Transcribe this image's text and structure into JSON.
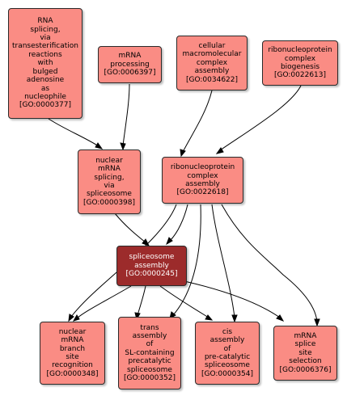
{
  "nodes": {
    "n0000377": {
      "lines": [
        "RNA",
        "splicing,",
        "via",
        "transesterification",
        "reactions",
        "with",
        "bulged",
        "adenosine",
        "as",
        "nucleophile",
        "[GO:0000377]"
      ]
    },
    "n0006397": {
      "lines": [
        "mRNA",
        "processing",
        "[GO:0006397]"
      ]
    },
    "n0034622": {
      "lines": [
        "cellular",
        "macromolecular",
        "complex",
        "assembly",
        "[GO:0034622]"
      ]
    },
    "n0022613": {
      "lines": [
        "ribonucleoprotein",
        "complex",
        "biogenesis",
        "[GO:0022613]"
      ]
    },
    "n0000398": {
      "lines": [
        "nuclear",
        "mRNA",
        "splicing,",
        "via",
        "spliceosome",
        "[GO:0000398]"
      ]
    },
    "n0022618": {
      "lines": [
        "ribonucleoprotein",
        "complex",
        "assembly",
        "[GO:0022618]"
      ]
    },
    "n0000245": {
      "lines": [
        "spliceosome",
        "assembly",
        "[GO:0000245]"
      ]
    },
    "n0000348": {
      "lines": [
        "nuclear",
        "mRNA",
        "branch",
        "site",
        "recognition",
        "[GO:0000348]"
      ]
    },
    "n0000352": {
      "lines": [
        "trans",
        "assembly",
        "of",
        "SL-containing",
        "precatalytic",
        "spliceosome",
        "[GO:0000352]"
      ]
    },
    "n0000354": {
      "lines": [
        "cis",
        "assembly",
        "of",
        "pre-catalytic",
        "spliceosome",
        "[GO:0000354]"
      ]
    },
    "n0006376": {
      "lines": [
        "mRNA",
        "splice",
        "site",
        "selection",
        "[GO:0006376]"
      ]
    }
  },
  "colors": {
    "node_fill": "#fa8c84",
    "focus_fill": "#9c2b2b",
    "focus_text": "#ffffff",
    "border": "#2a2a2a"
  }
}
